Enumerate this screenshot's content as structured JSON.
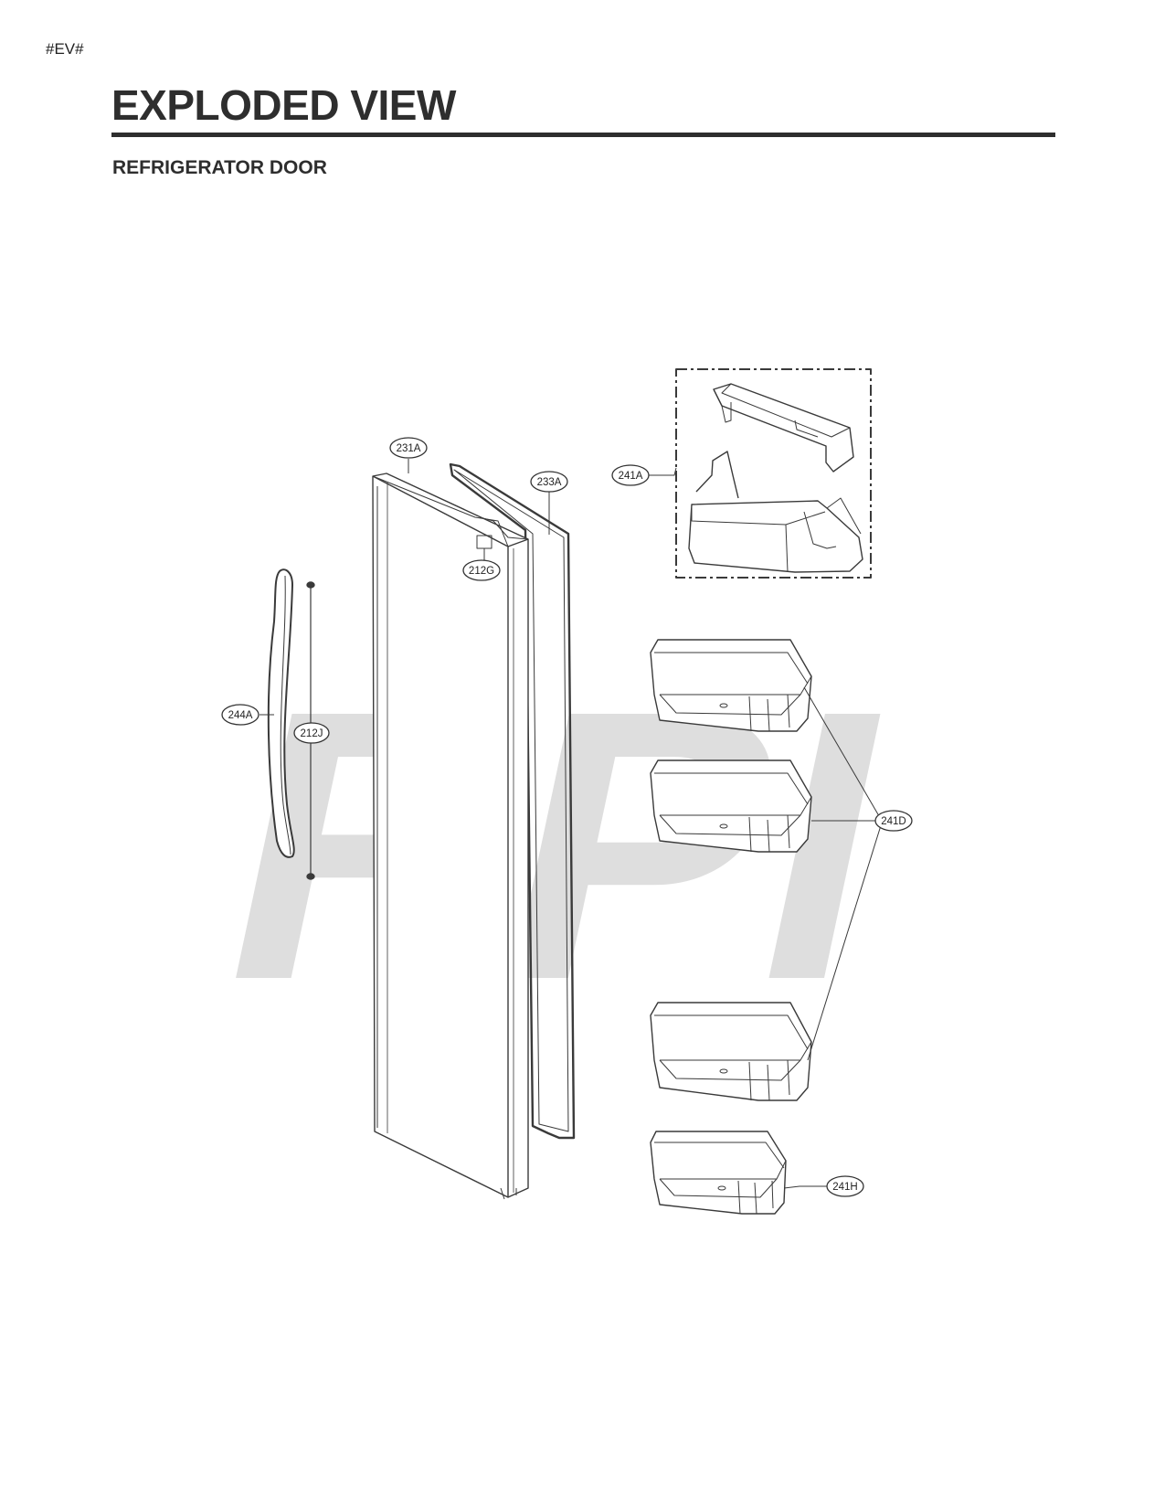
{
  "header": {
    "tag": "#EV#",
    "title": "EXPLODED VIEW",
    "subtitle": "REFRIGERATOR DOOR"
  },
  "watermark": "RPI",
  "colors": {
    "ink": "#2e2e2e",
    "line": "#444444",
    "watermark": "#d9d9d9"
  },
  "callouts": {
    "c231A": "231A",
    "c233A": "233A",
    "c212G": "212G",
    "c241A": "241A",
    "c244A": "244A",
    "c212J": "212J",
    "c241D": "241D",
    "c241H": "241H"
  }
}
